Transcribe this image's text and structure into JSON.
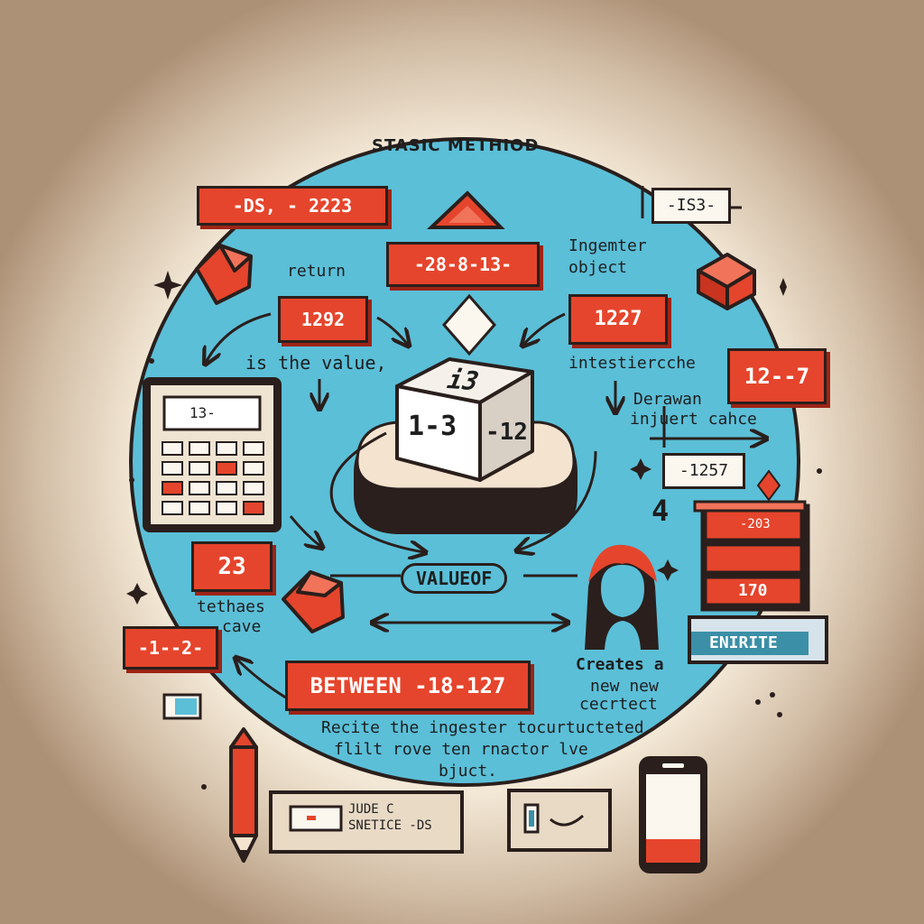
{
  "title": "STASIC METHIOD",
  "labels": {
    "return": "return",
    "is_the_value": "is  the value,",
    "ingemter_object_line1": "Ingemter",
    "ingemter_object_line2": "object",
    "intestierche": "intestiercche",
    "derawan_line1": "Derawan",
    "derawan_line2": "injuert cahce",
    "tethaes_line1": "tethaes",
    "tethaes_line2": "cave",
    "creates_line1": "Creates a",
    "creates_line2": "new  new",
    "creates_line3": "cecrtect",
    "recite_line1": "Recite the ingester tocurtucteted",
    "recite_line2": "flilt rove ten rnactor lve",
    "recite_line3": "bjuct.",
    "valueof": "VALUEOF"
  },
  "boxes": {
    "top_left": "-DS,  -  2223",
    "top_center": "-28-8-13-",
    "top_right": "-IS3-",
    "return_value": "1292",
    "ingemter_value": "1227",
    "right_value": "12--7",
    "right_mid": "-1257",
    "left_23": "23",
    "left_12": "-1--2-",
    "between": "BETWEEN -18-127",
    "calculator_display": "13-",
    "cube_top": "i3",
    "cube_left": "1-3",
    "cube_right": "-12",
    "stack_row1": "-203",
    "stack_row3": "170",
    "enkite": "ENIRITE",
    "card_line1": "JUDE C",
    "card_line2": "SNETICE -DS",
    "four": "4"
  },
  "colors": {
    "background": "#ad9176",
    "circle": "#5bbfd8",
    "accent_red": "#e5452c",
    "ink": "#2a1f1c",
    "cream": "#fbf7ef"
  }
}
